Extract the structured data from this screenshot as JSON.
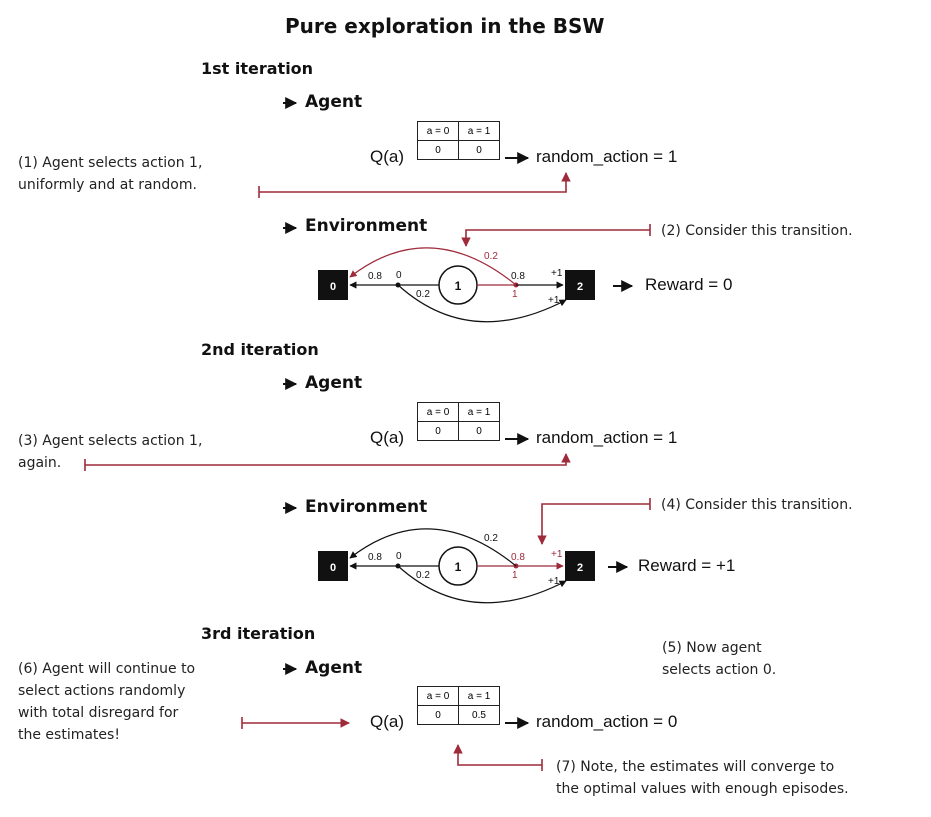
{
  "title": "Pure exploration in the BSW",
  "iterations": [
    {
      "label": "1st iteration",
      "agent_label": "Agent",
      "q_label": "Q(a)",
      "headers": [
        "a = 0",
        "a = 1"
      ],
      "values": [
        "0",
        "0"
      ],
      "action_text": "random_action = 1",
      "env_label": "Environment",
      "reward_text": "Reward = 0"
    },
    {
      "label": "2nd iteration",
      "agent_label": "Agent",
      "q_label": "Q(a)",
      "headers": [
        "a = 0",
        "a = 1"
      ],
      "values": [
        "0",
        "0"
      ],
      "action_text": "random_action = 1",
      "env_label": "Environment",
      "reward_text": "Reward = +1"
    },
    {
      "label": "3rd iteration",
      "agent_label": "Agent",
      "q_label": "Q(a)",
      "headers": [
        "a = 0",
        "a = 1"
      ],
      "values": [
        "0",
        "0.5"
      ],
      "action_text": "random_action = 0"
    }
  ],
  "env_graph": {
    "states": [
      "0",
      "1",
      "2"
    ],
    "left_prob": "0.8",
    "left_action": "0",
    "left_slip": "0.2",
    "right_prob": "0.8",
    "right_action": "1",
    "right_slip": "0.2",
    "reward_top": "+1",
    "reward_bottom": "+1"
  },
  "annotations": {
    "a1": [
      "(1) Agent selects action 1,",
      "uniformly and at random."
    ],
    "a2": [
      "(2) Consider this transition."
    ],
    "a3": [
      "(3) Agent selects action 1,",
      "again."
    ],
    "a4": [
      "(4) Consider this transition."
    ],
    "a5": [
      "(5) Now agent",
      "selects action 0."
    ],
    "a6": [
      "(6) Agent will continue to",
      "select actions randomly",
      "with total disregard for",
      "the estimates!"
    ],
    "a7": [
      "(7) Note, the estimates will converge to",
      "the optimal values with enough episodes."
    ]
  },
  "colors": {
    "accent": "#9e2a3a",
    "ink": "#111111"
  }
}
